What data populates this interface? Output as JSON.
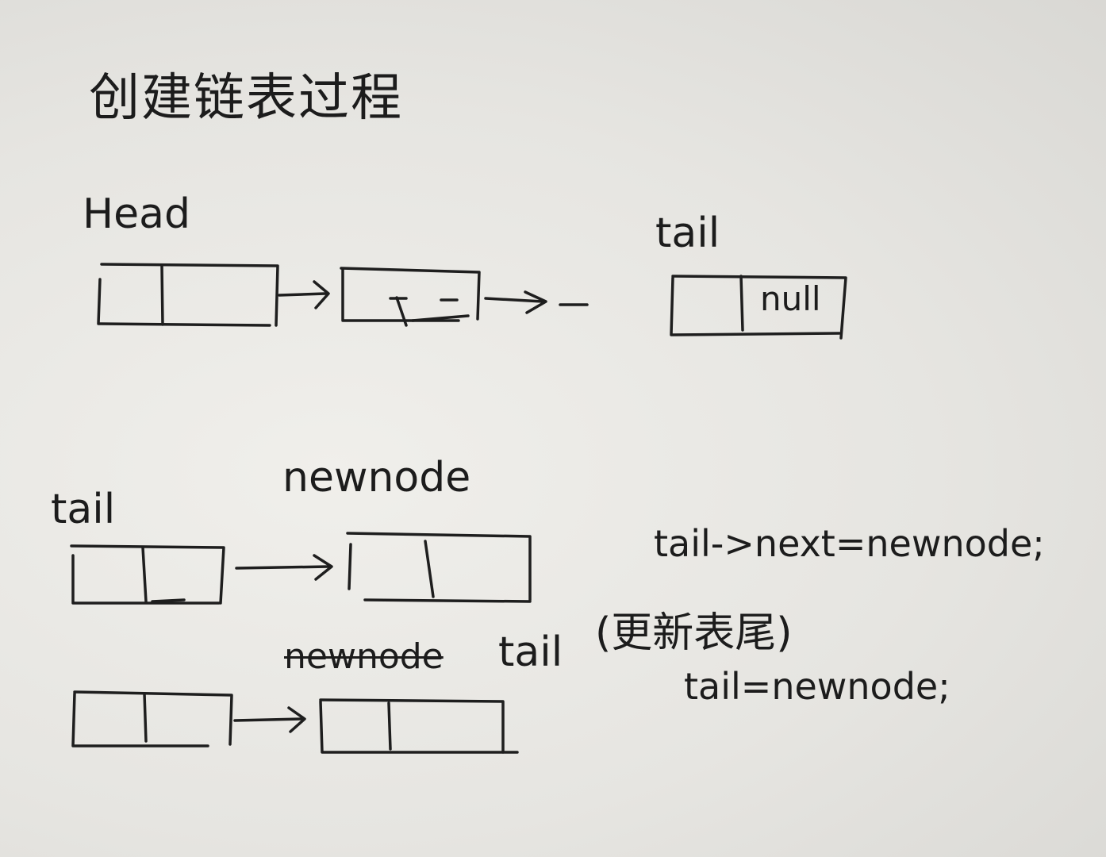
{
  "title": "创建链表过程",
  "diagram1": {
    "head_label": "Head",
    "tail_label": "tail",
    "tail_next_value": "null"
  },
  "diagram2": {
    "tail_label": "tail",
    "newnode_label": "newnode",
    "code": "tail->next=newnode;"
  },
  "diagram3": {
    "struck_label": "newnode",
    "tail_label": "tail",
    "note": "(更新表尾)",
    "code": "tail=newnode;"
  },
  "colors": {
    "ink": "#1e1e1e",
    "paper": "#ebeae6"
  }
}
